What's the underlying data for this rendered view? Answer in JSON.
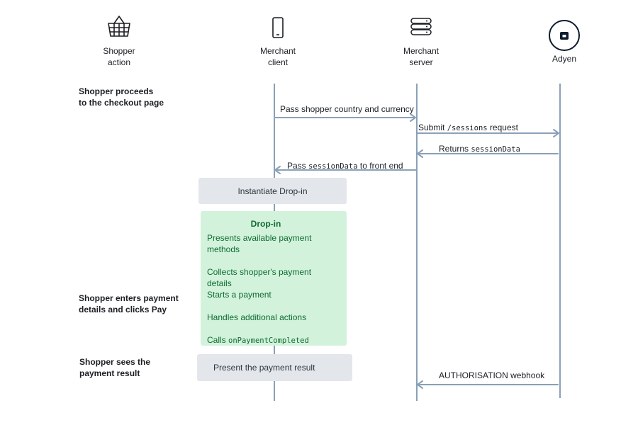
{
  "participants": [
    {
      "label": "Shopper\naction",
      "icon": "shopping-basket-icon"
    },
    {
      "label": "Merchant\nclient",
      "icon": "mobile-phone-icon"
    },
    {
      "label": "Merchant\nserver",
      "icon": "server-icon"
    },
    {
      "label": "Adyen",
      "icon": "adyen-logo-icon"
    }
  ],
  "notes": {
    "checkout": "Shopper proceeds\nto the checkout page",
    "enter_payment": "Shopper enters payment\ndetails and clicks Pay",
    "sees_result": "Shopper sees the\npayment result"
  },
  "messages": {
    "pass_country": "Pass shopper country and currency",
    "submit_prefix": "Submit ",
    "submit_code": "/sessions",
    "submit_suffix": " request",
    "returns_prefix": "Returns ",
    "returns_code": "sessionData",
    "pass_session_prefix": "Pass ",
    "pass_session_code": "sessionData",
    "pass_session_suffix": " to front end",
    "webhook": "AUTHORISATION webhook"
  },
  "boxes": {
    "instantiate": "Instantiate Drop-in",
    "present_result": "Present the payment result"
  },
  "dropin": {
    "title": "Drop-in",
    "items": [
      "Presents available payment\nmethods",
      "Collects shopper's payment details",
      "Starts a payment",
      "Handles additional actions"
    ],
    "last_prefix": "Calls ",
    "last_code": "onPaymentCompleted"
  },
  "colors": {
    "lifeline": "#8aa0b8",
    "grey_box": "#e3e6eb",
    "green_box": "#d2f2dc",
    "green_text": "#0f6b2e"
  }
}
